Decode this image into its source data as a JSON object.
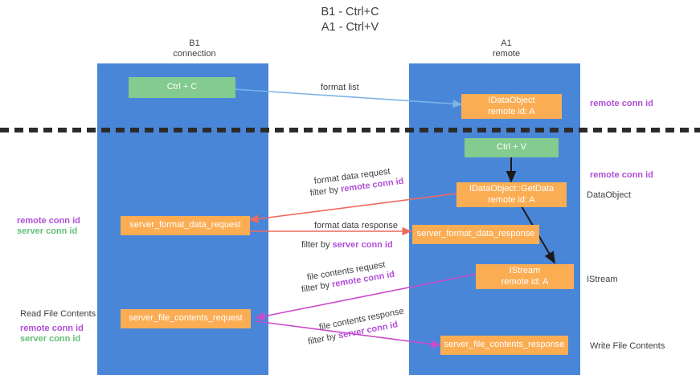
{
  "title": {
    "line1": "B1 - Ctrl+C",
    "line2": "A1 - Ctrl+V"
  },
  "columns": [
    {
      "name": "B1",
      "role": "connection"
    },
    {
      "name": "A1",
      "role": "remote"
    }
  ],
  "colors": {
    "lane": "#4a86d8",
    "green_box": "#83cb8e",
    "orange_box": "#fbad54",
    "purple_text": "#b14fd8",
    "green_text": "#63bf78",
    "arrow_blue": "#7cb4e8",
    "arrow_red": "#ee6a5f",
    "arrow_magenta": "#cc4bcc",
    "arrow_black": "#1a1a1a",
    "divider": "#2b2b2b",
    "page_text": "#3c4043"
  },
  "boxes": {
    "ctrl_c": "Ctrl + C",
    "ctrl_v": "Ctrl + V",
    "idataobject": {
      "line1": "IDataObject",
      "line2": "remote id: A"
    },
    "getdata": {
      "line1": "IDataObject::GetData",
      "line2": "remote id: A"
    },
    "istream": {
      "line1": "IStream",
      "line2": "remote id: A"
    },
    "server_format_data_request": "server_format_data_request",
    "server_format_data_response": "server_format_data_response",
    "server_file_contents_request": "server_file_contents_request",
    "server_file_contents_response": "server_file_contents_response"
  },
  "edges": {
    "format_list": "format list",
    "format_data_request": "format data request",
    "format_data_request_filter_prefix": "filter by ",
    "format_data_request_filter_key": "remote conn id",
    "format_data_response": "format data response",
    "format_data_response_filter_prefix": "filter by ",
    "format_data_response_filter_key": "server conn id",
    "file_contents_request": "file contents request",
    "file_contents_request_filter_prefix": "filter by ",
    "file_contents_request_filter_key": "remote conn id",
    "file_contents_response": "file contents response",
    "file_contents_response_filter_prefix": "filter by ",
    "file_contents_response_filter_key": "server conn id"
  },
  "annotations": {
    "right_remote_conn_id_top": "remote conn id",
    "right_remote_conn_id_mid": "remote conn id",
    "right_dataobject": "DataObject",
    "right_istream": "IStream",
    "right_write_file_contents": "Write File Contents",
    "left_read_file_contents": "Read File Contents",
    "left_remote_conn_id_mid": "remote conn id",
    "left_server_conn_id_mid": "server conn id",
    "left_remote_conn_id_low": "remote conn id",
    "left_server_conn_id_low": "server conn id"
  }
}
